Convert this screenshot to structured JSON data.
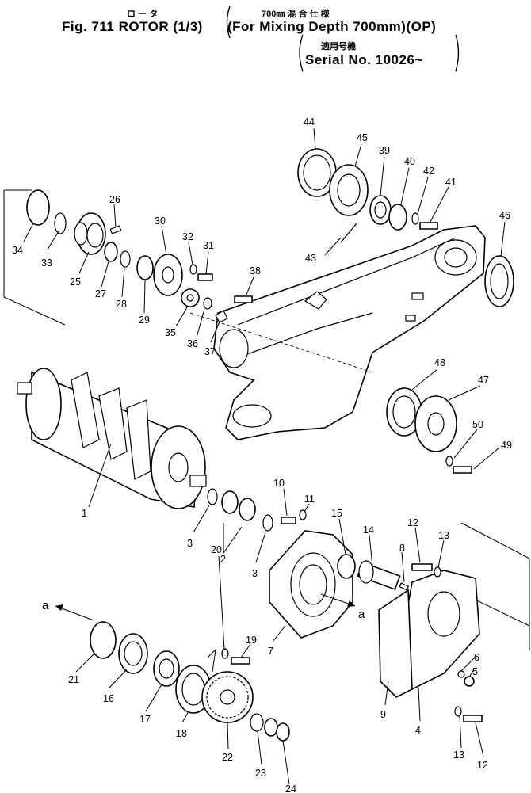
{
  "header": {
    "jp_rotor": "ロ ー タ",
    "jp_spec": "700㎜ 混 合 仕 様",
    "fig_line": "Fig. 711 ROTOR (1/3)",
    "spec_line": "(For Mixing Depth 700mm)(OP)",
    "jp_serial": "適用号機",
    "serial_line": "Serial No. 10026~"
  },
  "labels": {
    "n1": "1",
    "n2": "2",
    "n3a": "3",
    "n3b": "3",
    "n4": "4",
    "n5": "5",
    "n6": "6",
    "n7": "7",
    "n8": "8",
    "n9": "9",
    "n10": "10",
    "n11": "11",
    "n12a": "12",
    "n12b": "12",
    "n13a": "13",
    "n13b": "13",
    "n14": "14",
    "n15": "15",
    "n16": "16",
    "n17": "17",
    "n18": "18",
    "n19": "19",
    "n20": "20",
    "n21": "21",
    "n22": "22",
    "n23": "23",
    "n24": "24",
    "n25": "25",
    "n26": "26",
    "n27": "27",
    "n28": "28",
    "n29": "29",
    "n30": "30",
    "n31": "31",
    "n32": "32",
    "n33": "33",
    "n34": "34",
    "n35": "35",
    "n36": "36",
    "n37": "37",
    "n38": "38",
    "n39": "39",
    "n40": "40",
    "n41": "41",
    "n42": "42",
    "n43": "43",
    "n44": "44",
    "n45": "45",
    "n46": "46",
    "n47": "47",
    "n48": "48",
    "n49": "49",
    "n50": "50",
    "ref_a_left": "a",
    "ref_a_right": "a"
  }
}
